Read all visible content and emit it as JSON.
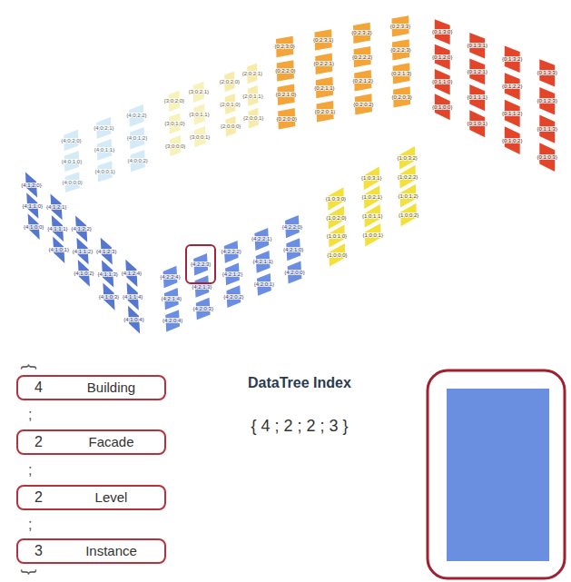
{
  "diagram": {
    "nodes": [
      {
        "text": [
          "{4;2;2;3}"
        ]
      },
      {
        "text": [
          "4",
          "Building"
        ]
      },
      {
        "text": [
          "2",
          "Facade"
        ]
      },
      {
        "text": [
          "2",
          "Level"
        ]
      },
      {
        "text": [
          "3",
          "Instance"
        ]
      }
    ],
    "labels": [
      "{4;0;2;0}",
      "{4;0;2;1}",
      "{4;0;2;2}",
      "{4;0;1;0}",
      "{4;0;1;1}",
      "{4;0;1;2}",
      "{4;0;0;0}",
      "{4;0;0;1}",
      "{4;0;0;2}",
      "{3;0;2;0}",
      "{3;0;2;1}",
      "{3;0;1;0}",
      "{3;0;1;1}",
      "{3;0;0;0}",
      "{3;0;0;1}",
      "{2;0;2;0}",
      "{2;0;2;1}",
      "{2;0;1;0}",
      "{2;0;1;1}",
      "{2;0;0;0}",
      "{2;0;0;1}",
      "{0;2;3;0}",
      "{0;2;3;1}",
      "{0;2;3;2}",
      "{0;2;3;3}",
      "{0;2;2;0}",
      "{0;2;2;1}",
      "{0;2;2;2}",
      "{0;2;2;3}",
      "{0;2;1;0}",
      "{0;2;1;1}",
      "{0;2;1;2}",
      "{0;2;1;3}",
      "{0;2;0;0}",
      "{0;2;0;1}",
      "{0;2;0;2}",
      "{0;2;0;3}",
      "{0;1;3;0}",
      "{0;1;3;1}",
      "{0;1;3;2}",
      "{0;1;3;3}",
      "{0;1;2;0}",
      "{0;1;2;1}",
      "{0;1;2;2}",
      "{0;1;2;3}",
      "{0;1;1;0}",
      "{0;1;1;1}",
      "{0;1;1;2}",
      "{0;1;1;3}",
      "{0;1;0;0}",
      "{0;1;0;1}",
      "{0;1;0;2}",
      "{0;1;0;3}",
      "{1;0;3;0}",
      "{1;0;3;1}",
      "{1;0;3;2}",
      "{1;0;2;0}",
      "{1;0;2;1}",
      "{1;0;2;2}",
      "{1;0;1;0}",
      "{1;0;1;1}",
      "{1;0;1;2}",
      "{1;0;0;0}",
      "{1;0;0;1}",
      "{1;0;0;2}",
      "{4;1;2;0}",
      "{4;1;2;1}",
      "{4;1;2;2}",
      "{4;1;2;3}",
      "{4;1;2;4}",
      "{4;1;1;0}",
      "{4;1;1;1}",
      "{4;1;1;2}",
      "{4;1;1;3}",
      "{4;1;1;4}",
      "{4;1;0;0}",
      "{4;1;0;1}",
      "{4;1;0;2}",
      "{4;1;0;3}",
      "{4;1;0;4}",
      "{4;2;2;4}",
      "{4;2;2;2}",
      "{4;2;2;1}",
      "{4;2;2;0}",
      "{4;2;1;4}",
      "{4;2;1;3}",
      "{4;2;1;2}",
      "{4;2;1;1}",
      "{4;2;1;0}",
      "{4;2;0;4}",
      "{4;2;0;3}",
      "{4;2;0;2}",
      "{4;2;0;1}",
      "{4;2;0;0}",
      "{",
      ";",
      ";",
      ";",
      "}",
      "DataTree Index",
      "{ 4 ; 2 ; 2 ; 3 }"
    ]
  }
}
